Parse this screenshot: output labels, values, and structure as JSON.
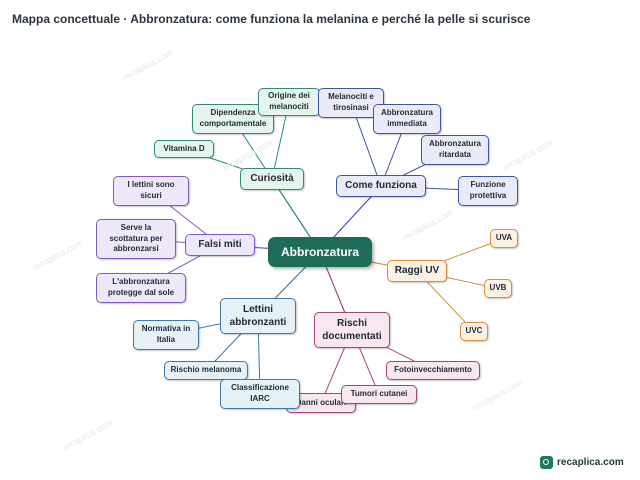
{
  "title": "Mappa concettuale · Abbronzatura: come funziona la melanina e perché la pelle si scurisce",
  "watermark": "recaplica.com",
  "brand": "recaplica.com",
  "colors": {
    "center": "#1f6b5a",
    "teal": "#2f8a7a",
    "navy": "#3e56a0",
    "orange": "#d39044",
    "purple": "#7c5cc4",
    "blue": "#3f79a8",
    "pink": "#a0487a"
  },
  "center": {
    "label": "Abbronzatura"
  },
  "branches": [
    {
      "id": "curiosita",
      "label": "Curiosità",
      "color": "teal",
      "bg": "#e6f4ee",
      "children": [
        "Dipendenza comportamentale",
        "Origine dei melanociti",
        "Vitamina D"
      ]
    },
    {
      "id": "come",
      "label": "Come funziona",
      "color": "navy",
      "bg": "#e9ecf8",
      "children": [
        "Melanociti e tirosinasi",
        "Abbronzatura immediata",
        "Abbronzatura ritardata",
        "Funzione protettiva"
      ]
    },
    {
      "id": "raggi",
      "label": "Raggi UV",
      "color": "orange",
      "bg": "#fdf1e3",
      "children": [
        "UVA",
        "UVB",
        "UVC"
      ]
    },
    {
      "id": "falsi",
      "label": "Falsi miti",
      "color": "purple",
      "bg": "#efe8fa",
      "children": [
        "I lettini sono sicuri",
        "Serve la scottatura per abbronzarsi",
        "L'abbronzatura protegge dal sole"
      ]
    },
    {
      "id": "lettini",
      "label": "Lettini abbronzanti",
      "color": "blue",
      "bg": "#e6f0f7",
      "children": [
        "Normativa in Italia",
        "Rischio melanoma",
        "Classificazione IARC"
      ]
    },
    {
      "id": "rischi",
      "label": "Rischi documentati",
      "color": "pink",
      "bg": "#f8e7ef",
      "children": [
        "Fotoinvecchiamento",
        "Tumori cutanei",
        "Danni oculari"
      ]
    }
  ]
}
